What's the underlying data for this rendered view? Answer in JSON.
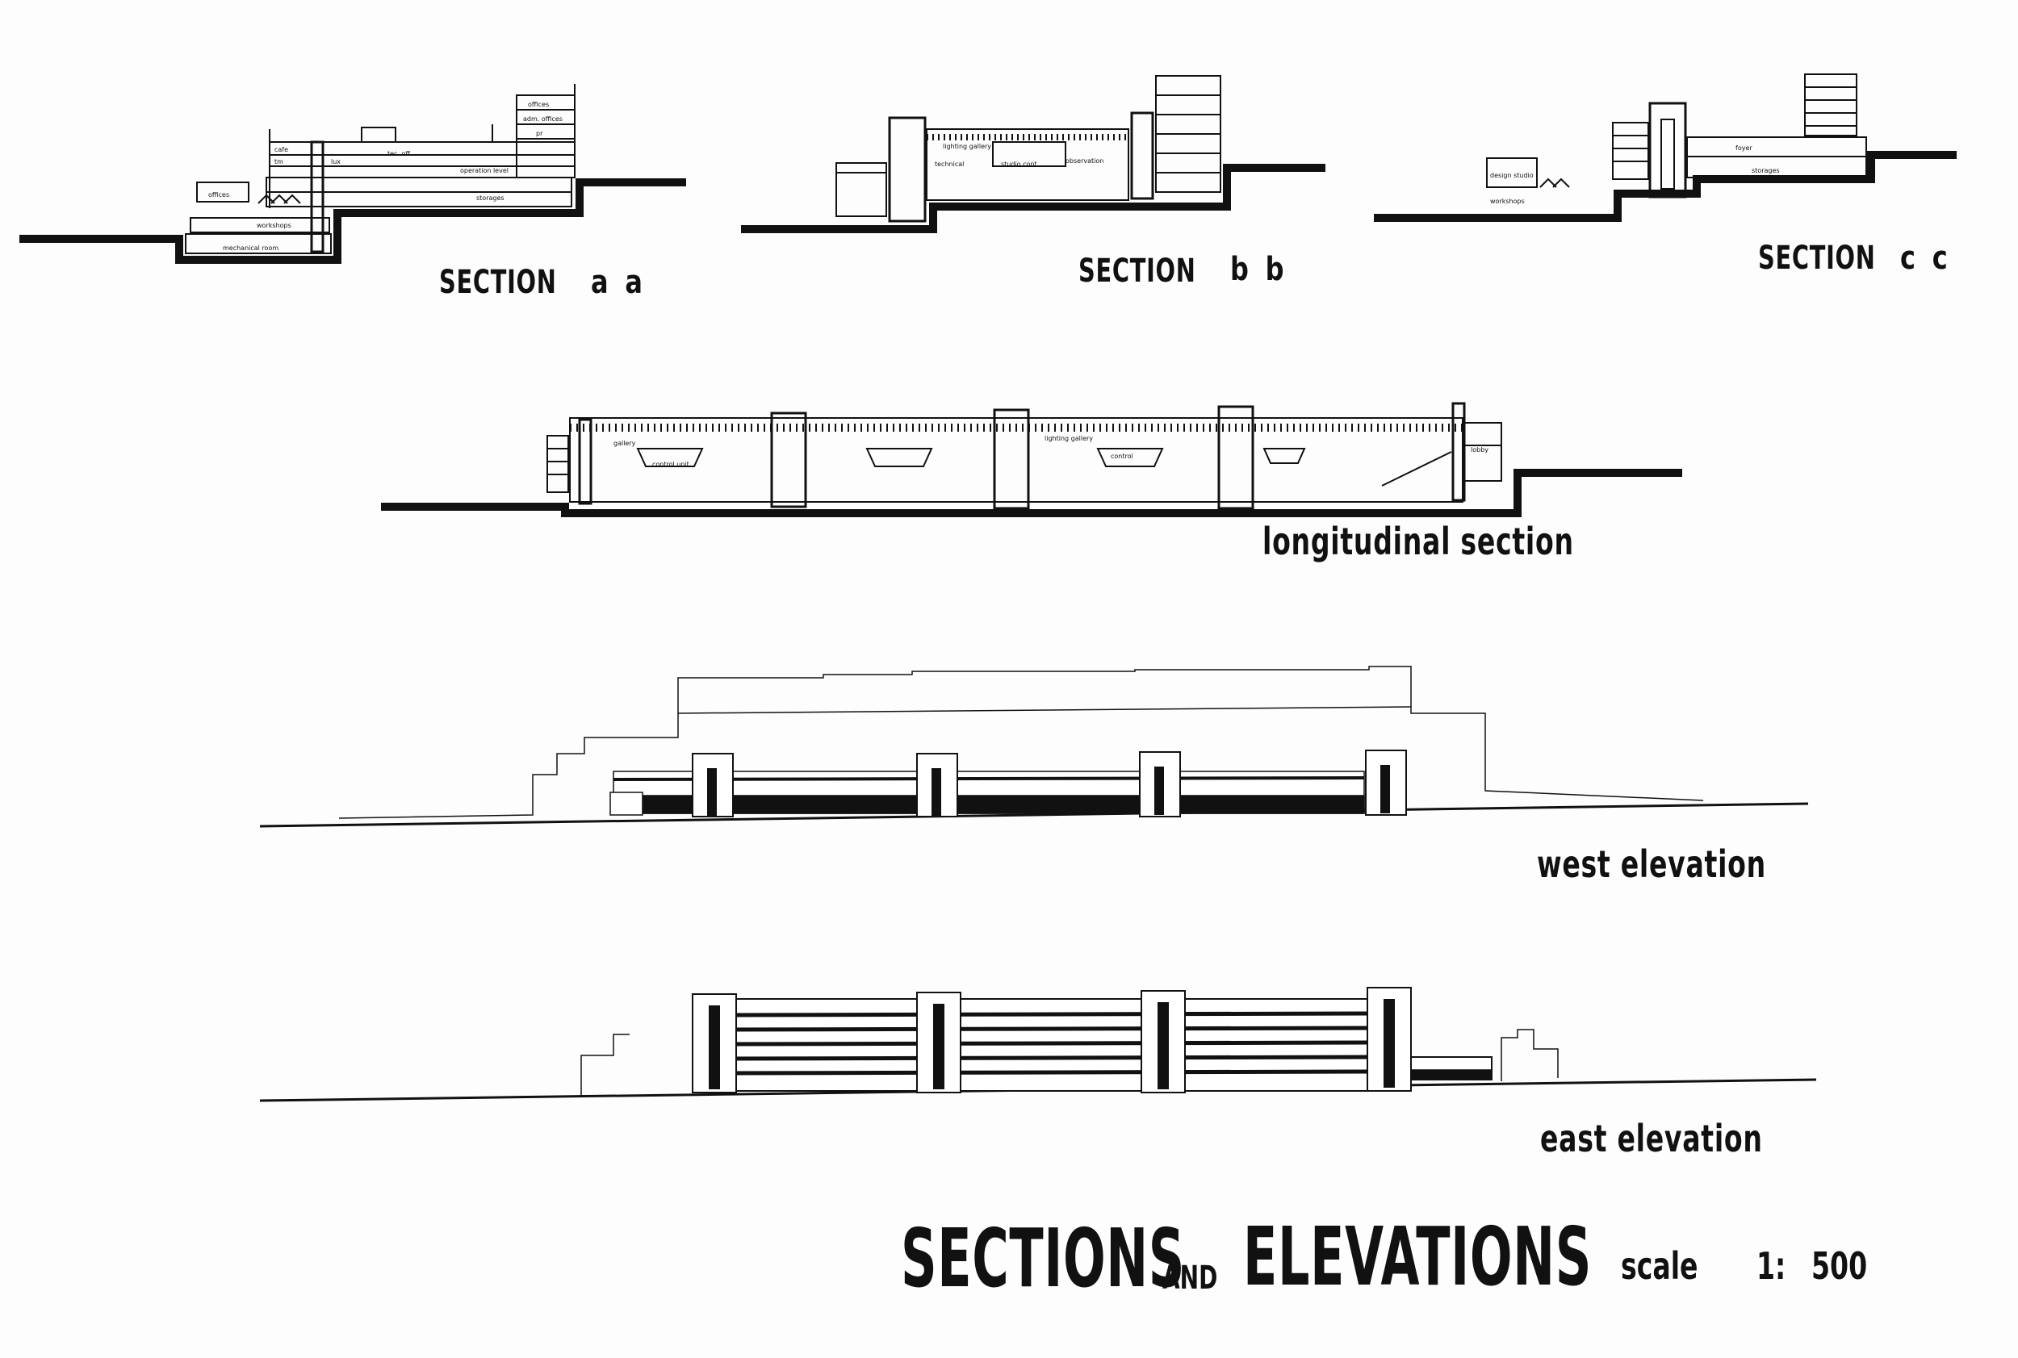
{
  "sections": {
    "aa": {
      "word": "SECTION",
      "tag": "a a",
      "labels": {
        "offices": "offices",
        "adm_offices": "adm. offices",
        "pr": "pr",
        "cafe": "cafe",
        "tm": "tm",
        "lux": "lux",
        "tec_off": "tec. off.",
        "operation_level": "operation level",
        "offices_low": "offices",
        "storages": "storages",
        "workshops": "workshops",
        "mechanical_room": "mechanical room"
      }
    },
    "bb": {
      "word": "SECTION",
      "tag": "b b",
      "labels": {
        "lighting_gallery": "lighting gallery",
        "technical": "technical",
        "studio_cont": "studio cont.",
        "observation": "observation"
      }
    },
    "cc": {
      "word": "SECTION",
      "tag": "c c",
      "labels": {
        "design_studio": "design studio",
        "foyer": "foyer",
        "workshops": "workshops",
        "storages": "storages"
      }
    }
  },
  "longitudinal": {
    "title": "longitudinal section",
    "labels": {
      "gallery": "gallery",
      "control_unit": "control unit",
      "lighting_gallery": "lighting gallery",
      "control": "control",
      "lobby": "lobby"
    }
  },
  "west_elevation": {
    "title": "west elevation"
  },
  "east_elevation": {
    "title": "east elevation"
  },
  "footer": {
    "title_part1": "SECTIONS",
    "title_and": "AND",
    "title_part2": "ELEVATIONS",
    "scale_word": "scale",
    "scale_ratio": "1:",
    "scale_value": "500"
  },
  "colors": {
    "ink": "#111111",
    "paper": "#fdfdfd"
  }
}
